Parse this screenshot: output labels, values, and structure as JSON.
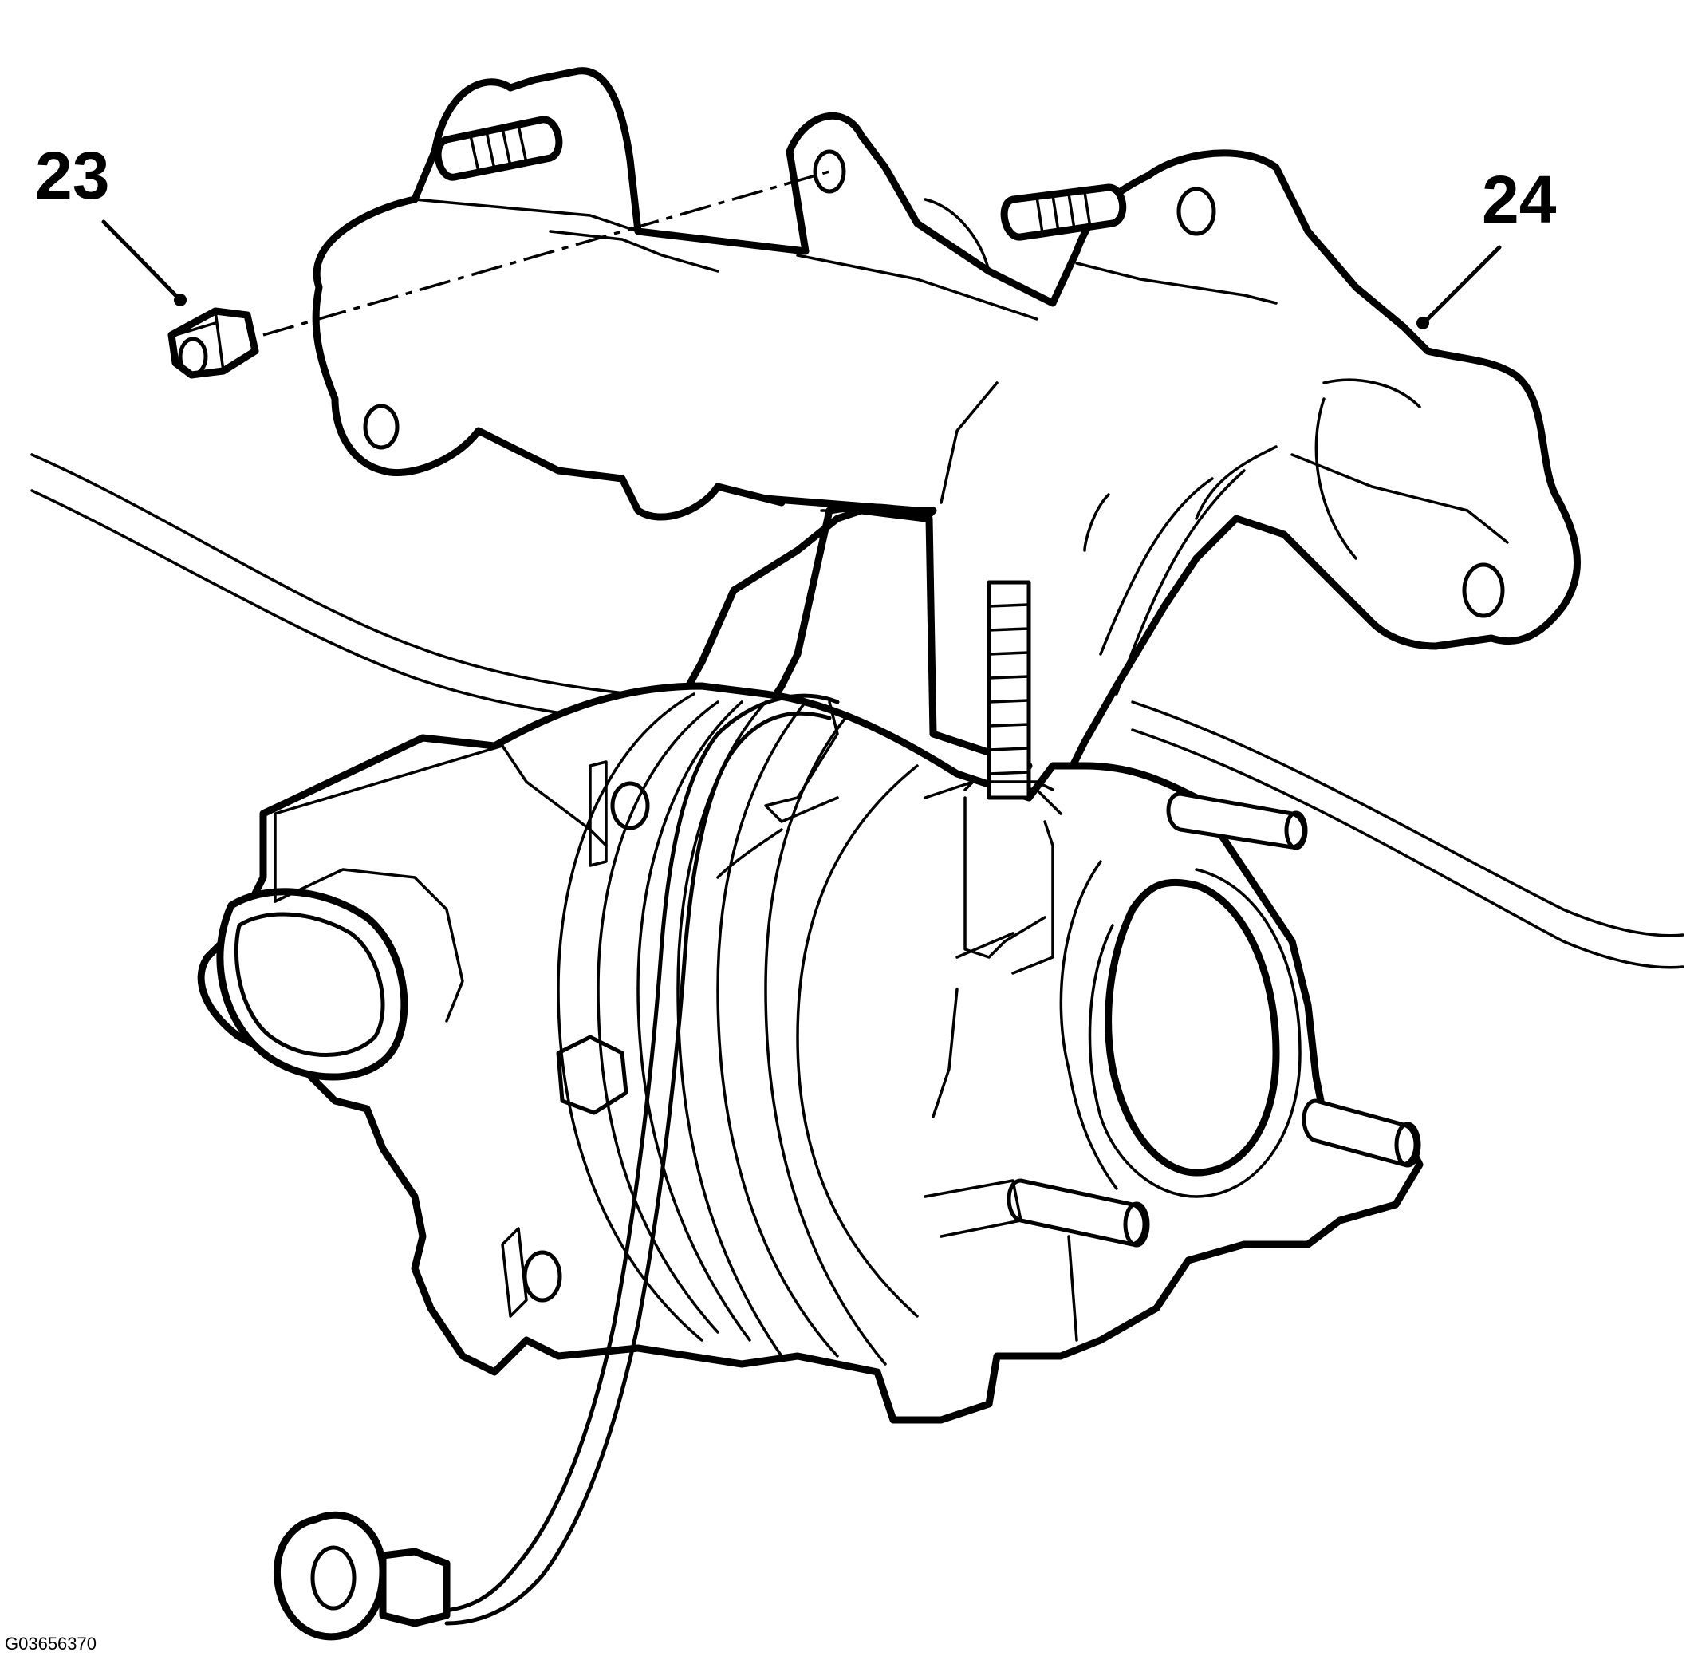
{
  "callouts": {
    "nut": "23",
    "bracket": "24"
  },
  "figure_id": "G03656370",
  "parts": [
    {
      "number": "23",
      "icon": "nut-icon"
    },
    {
      "number": "24",
      "icon": "bracket-icon"
    },
    {
      "icon": "turbocharger-icon"
    },
    {
      "icon": "oil-line-icon"
    },
    {
      "icon": "banjo-fitting-icon"
    }
  ]
}
